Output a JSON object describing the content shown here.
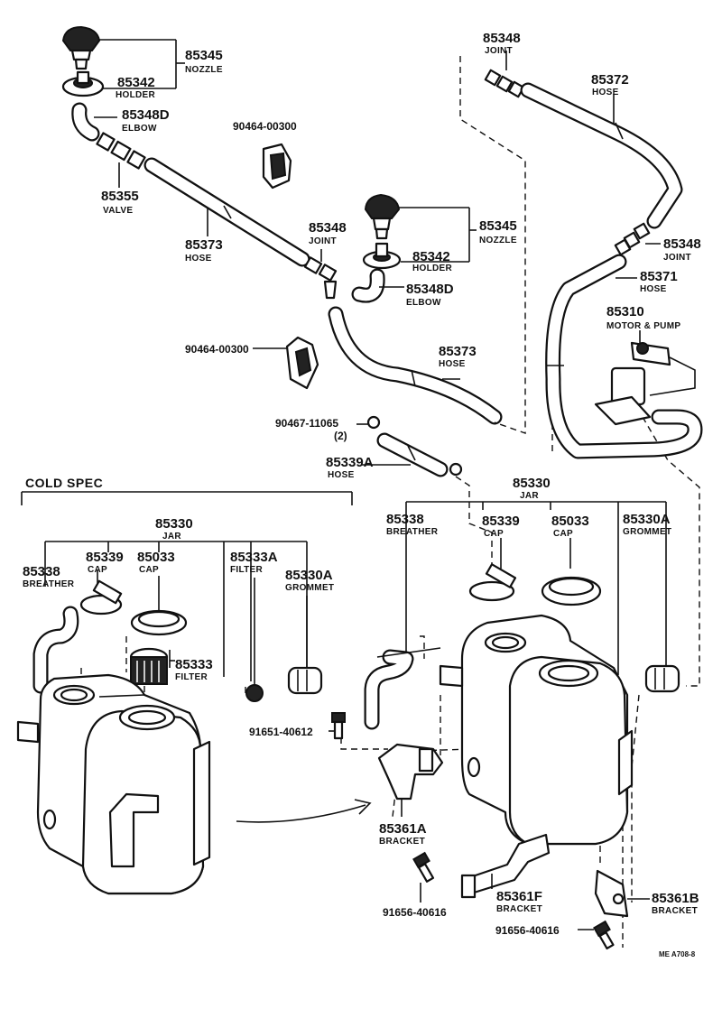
{
  "labels": {
    "nozzle_top": {
      "number": "85345",
      "name": "NOZZLE"
    },
    "holder_top": {
      "number": "85342",
      "name": "HOLDER"
    },
    "elbow_top": {
      "number": "85348D",
      "name": "ELBOW"
    },
    "valve": {
      "number": "85355",
      "name": "VALVE"
    },
    "hose_85373_left": {
      "number": "85373",
      "name": "HOSE"
    },
    "clip_top": {
      "number": "90464-00300"
    },
    "joint_mid": {
      "number": "85348",
      "name": "JOINT"
    },
    "nozzle_mid": {
      "number": "85345",
      "name": "NOZZLE"
    },
    "holder_mid": {
      "number": "85342",
      "name": "HOLDER"
    },
    "elbow_mid": {
      "number": "85348D",
      "name": "ELBOW"
    },
    "clip_mid": {
      "number": "90464-00300"
    },
    "hose_85373_mid": {
      "number": "85373",
      "name": "HOSE"
    },
    "clamp": {
      "number": "90467-11065",
      "qty": "(2)"
    },
    "hose_85339a": {
      "number": "85339A",
      "name": "HOSE"
    },
    "joint_top_right": {
      "number": "85348",
      "name": "JOINT"
    },
    "hose_85372": {
      "number": "85372",
      "name": "HOSE"
    },
    "joint_right": {
      "number": "85348",
      "name": "JOINT"
    },
    "hose_85371": {
      "number": "85371",
      "name": "HOSE"
    },
    "motor_pump": {
      "number": "85310",
      "name": "MOTOR & PUMP"
    },
    "jar_right": {
      "number": "85330",
      "name": "JAR"
    },
    "breather_right": {
      "number": "85338",
      "name": "BREATHER"
    },
    "cap_85339_right": {
      "number": "85339",
      "name": "CAP"
    },
    "cap_85033_right": {
      "number": "85033",
      "name": "CAP"
    },
    "grommet_right": {
      "number": "85330A",
      "name": "GROMMET"
    },
    "jar_left": {
      "number": "85330",
      "name": "JAR"
    },
    "breather_left": {
      "number": "85338",
      "name": "BREATHER"
    },
    "cap_85339_left": {
      "number": "85339",
      "name": "CAP"
    },
    "cap_85033_left": {
      "number": "85033",
      "name": "CAP"
    },
    "filter_85333a": {
      "number": "85333A",
      "name": "FILTER"
    },
    "grommet_left": {
      "number": "85330A",
      "name": "GROMMET"
    },
    "filter_85333": {
      "number": "85333",
      "name": "FILTER"
    },
    "bolt_91651": {
      "number": "91651-40612"
    },
    "bracket_85361a": {
      "number": "85361A",
      "name": "BRACKET"
    },
    "bolt_91656_a": {
      "number": "91656-40616"
    },
    "bracket_85361f": {
      "number": "85361F",
      "name": "BRACKET"
    },
    "bracket_85361b": {
      "number": "85361B",
      "name": "BRACKET"
    },
    "bolt_91656_b": {
      "number": "91656-40616"
    }
  },
  "section_title": "COLD SPEC",
  "figure_code": "ME  A708-8"
}
